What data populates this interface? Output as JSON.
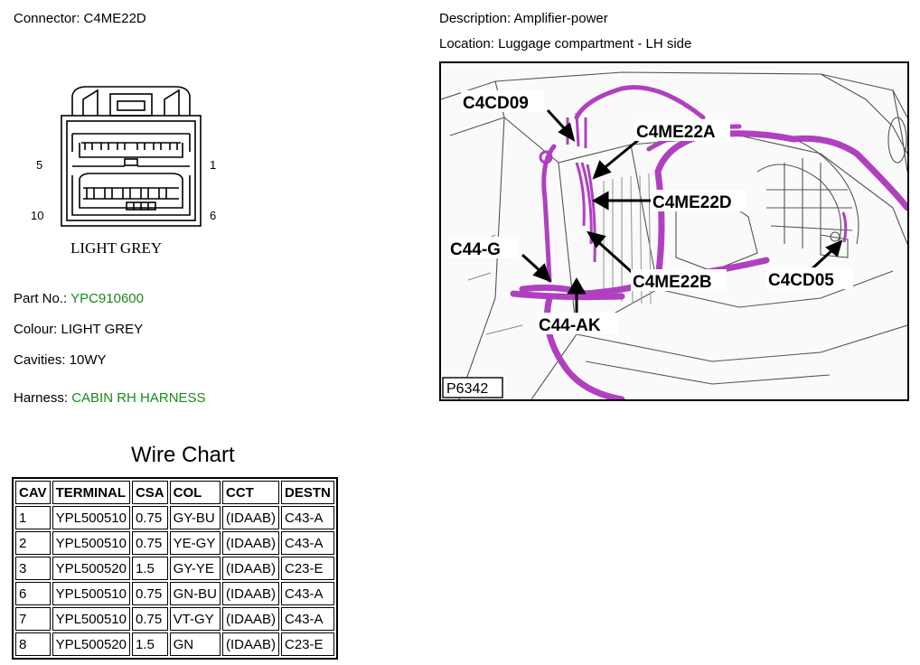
{
  "connector": {
    "label": "Connector:",
    "value": "C4ME22D"
  },
  "description": {
    "label": "Description:",
    "value": "Amplifier-power"
  },
  "location": {
    "label": "Location:",
    "value": "Luggage compartment - LH side"
  },
  "pins": {
    "top_left": "5",
    "top_right": "1",
    "bottom_left": "10",
    "bottom_right": "6"
  },
  "connector_colour_caption": "LIGHT GREY",
  "part_no": {
    "label": "Part No.:",
    "value": "YPC910600"
  },
  "colour": {
    "label": "Colour:",
    "value": "LIGHT GREY"
  },
  "cavities": {
    "label": "Cavities:",
    "value": "10WY"
  },
  "harness": {
    "label": "Harness:",
    "value": "CABIN RH HARNESS"
  },
  "wire_chart": {
    "title": "Wire Chart",
    "headers": [
      "CAV",
      "TERMINAL",
      "CSA",
      "COL",
      "CCT",
      "DESTN"
    ],
    "rows": [
      [
        "1",
        "YPL500510",
        "0.75",
        "GY-BU",
        "(IDAAB)",
        "C43-A"
      ],
      [
        "2",
        "YPL500510",
        "0.75",
        "YE-GY",
        "(IDAAB)",
        "C43-A"
      ],
      [
        "3",
        "YPL500520",
        "1.5",
        "GY-YE",
        "(IDAAB)",
        "C23-E"
      ],
      [
        "6",
        "YPL500510",
        "0.75",
        "GN-BU",
        "(IDAAB)",
        "C43-A"
      ],
      [
        "7",
        "YPL500510",
        "0.75",
        "VT-GY",
        "(IDAAB)",
        "C43-A"
      ],
      [
        "8",
        "YPL500520",
        "1.5",
        "GN",
        "(IDAAB)",
        "C23-E"
      ]
    ]
  },
  "photo": {
    "callouts": {
      "c4cd09": "C4CD09",
      "c4me22a": "C4ME22A",
      "c4me22d": "C4ME22D",
      "c44g": "C44-G",
      "c4me22b": "C4ME22B",
      "c4cd05": "C4CD05",
      "c44ak": "C44-AK"
    },
    "ref": "P6342"
  },
  "colors": {
    "harness": "#b040c0",
    "accent_text": "#1a8a1a"
  }
}
